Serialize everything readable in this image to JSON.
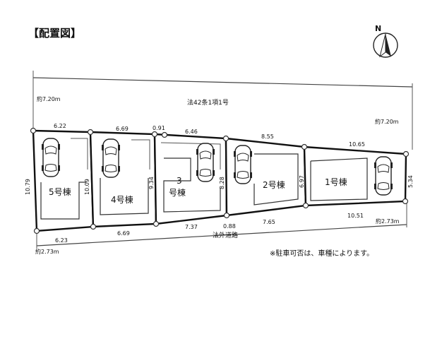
{
  "title": "【配置図】",
  "compass": {
    "label": "N",
    "icon": "north-arrow-icon"
  },
  "roads": {
    "top_name": "法42条1項1号",
    "bottom_name": "法外道路",
    "width_top_left": "約7.20m",
    "width_top_right": "約7.20m",
    "width_bottom_left": "約2.73m",
    "width_bottom_right": "約2.73m"
  },
  "units": [
    {
      "label": "5号棟"
    },
    {
      "label": "4号棟"
    },
    {
      "label_line1": "3",
      "label_line2": "号棟"
    },
    {
      "label": "2号棟"
    },
    {
      "label": "1号棟"
    }
  ],
  "dims": {
    "top": [
      "6.22",
      "6.69",
      "0.91",
      "6.46",
      "8.55",
      "10.65"
    ],
    "bottom": [
      "6.23",
      "6.69",
      "7.37",
      "0.88",
      "7.65",
      "10.51"
    ],
    "vertical": [
      "10.79",
      "10.09",
      "9.34",
      "8.28",
      "6.97",
      "5.34"
    ]
  },
  "note": "※駐車可否は、車種によります。"
}
